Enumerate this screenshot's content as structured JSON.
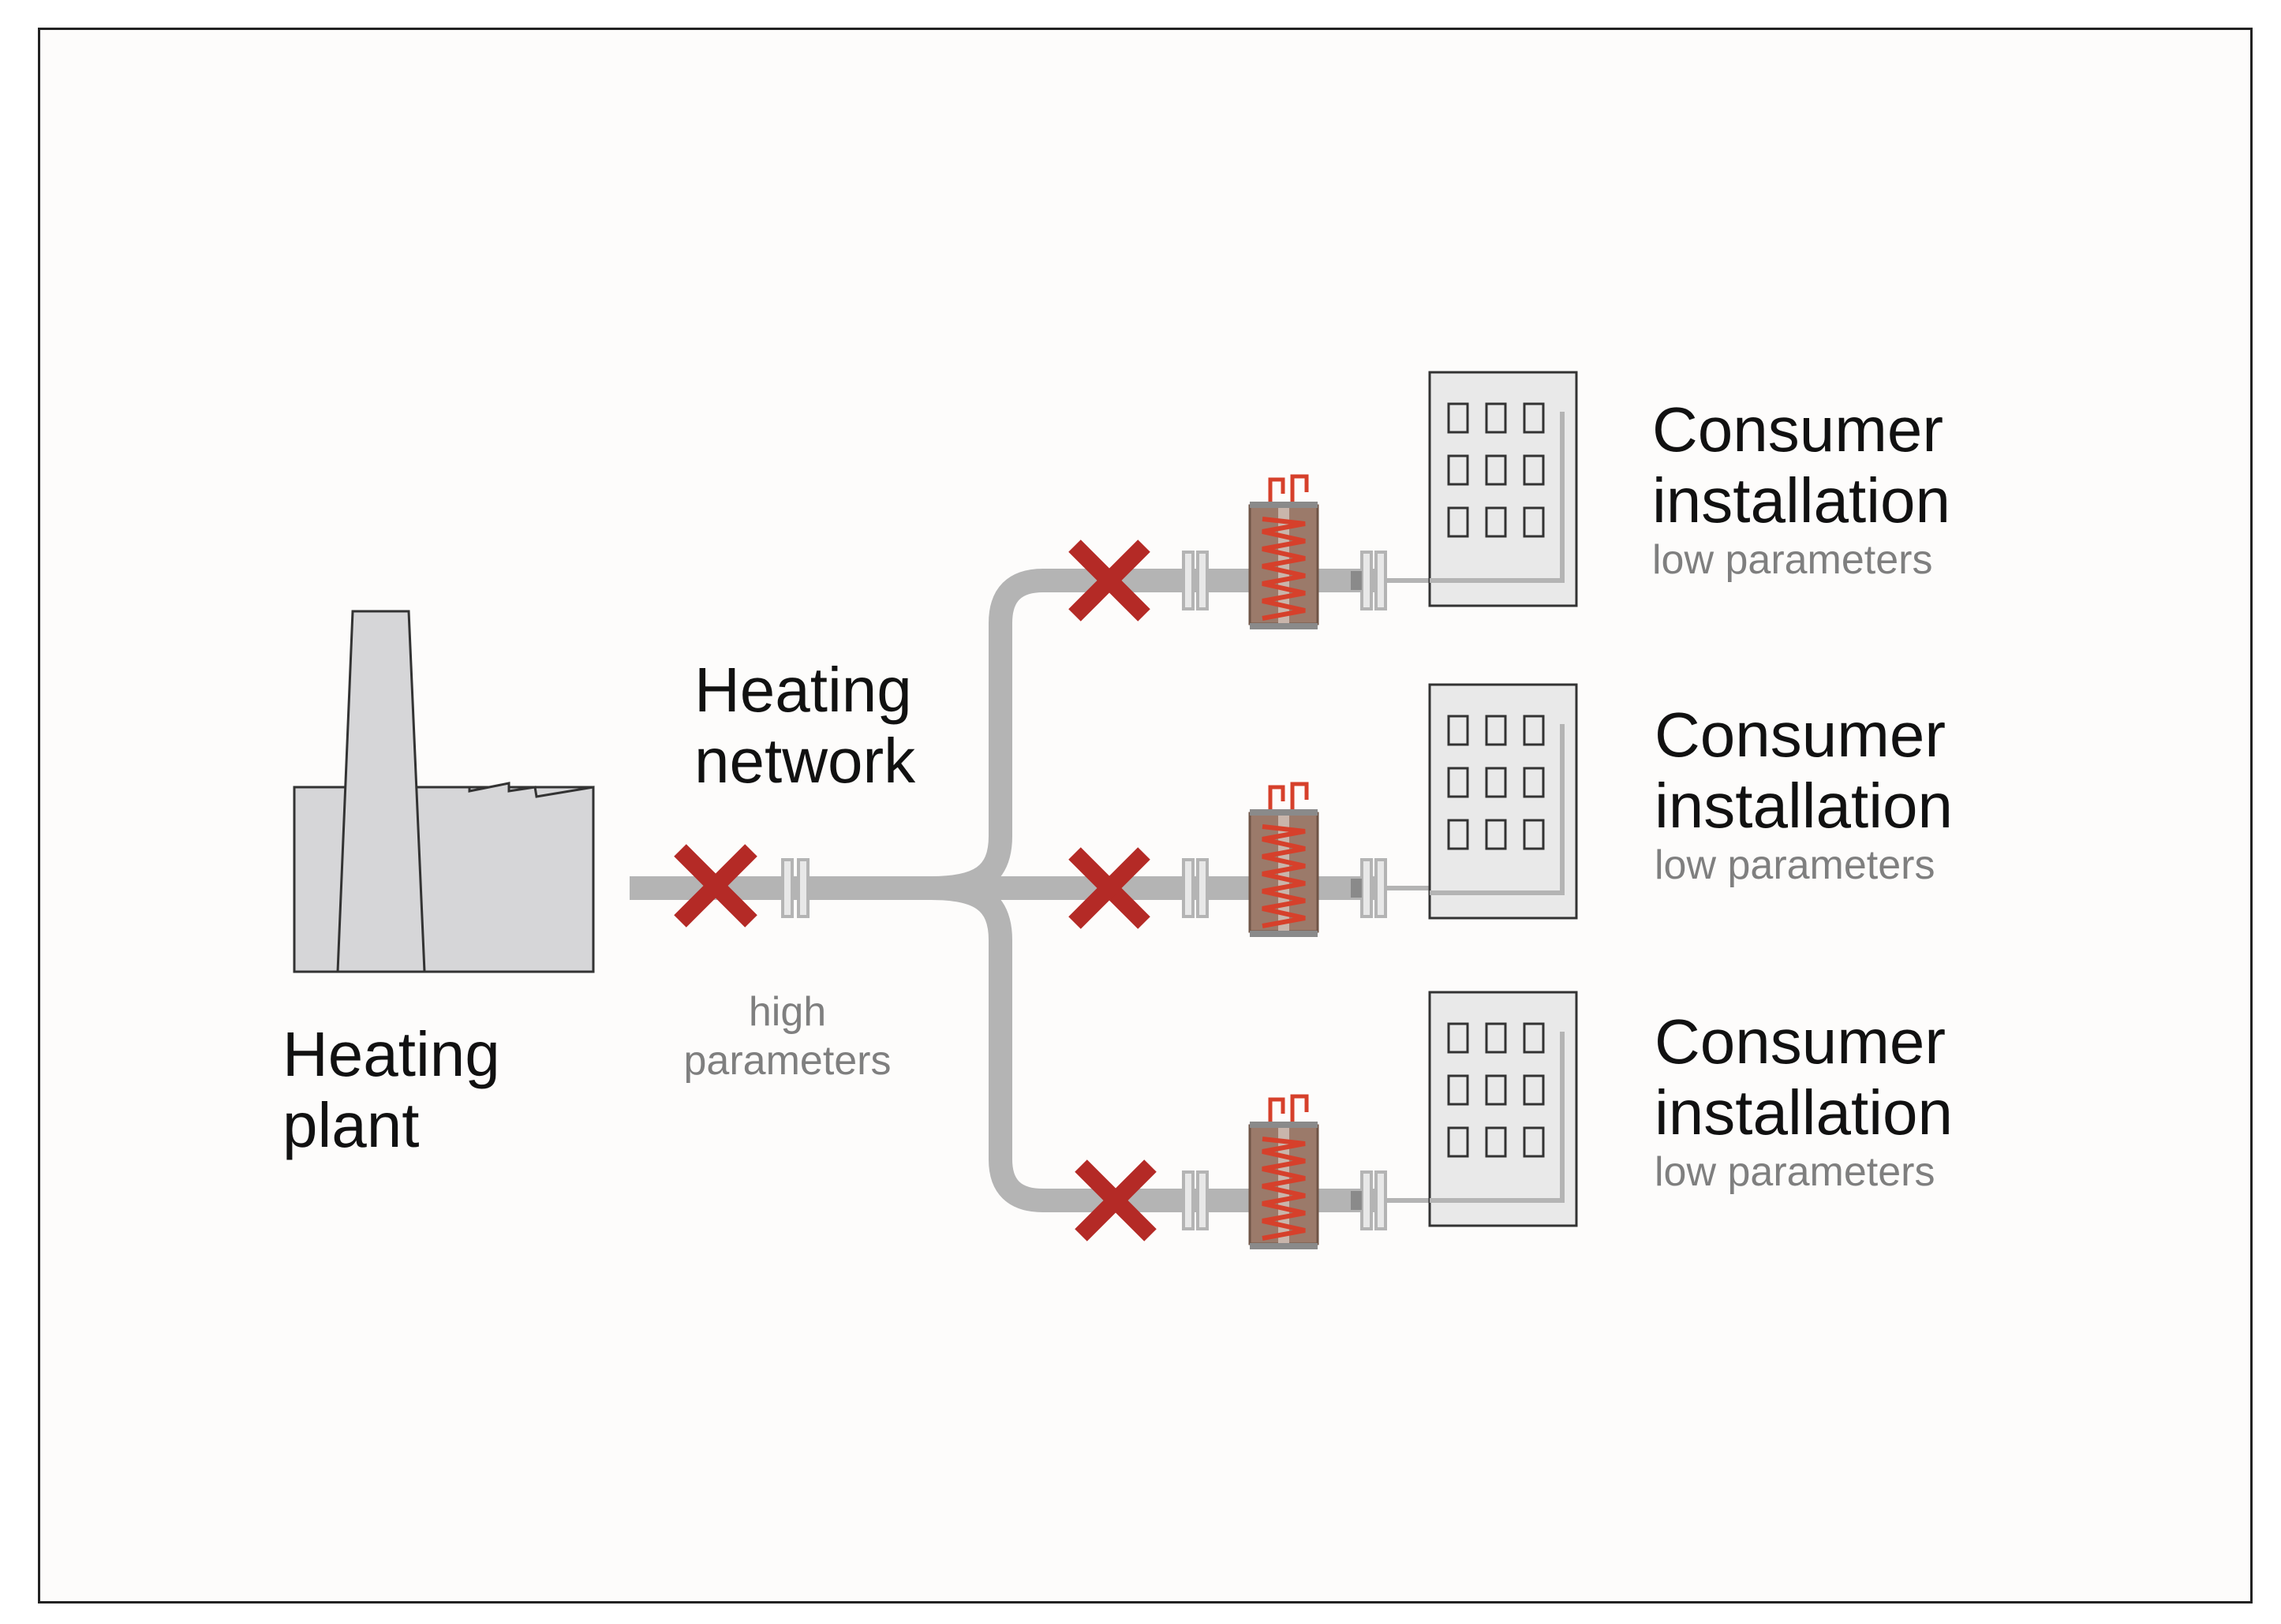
{
  "plant": {
    "label_line1": "Heating",
    "label_line2": "plant"
  },
  "network": {
    "label_line1": "Heating",
    "label_line2": "network",
    "params_line1": "high",
    "params_line2": "parameters"
  },
  "consumers": [
    {
      "label_line1": "Consumer",
      "label_line2": "installation",
      "params": "low parameters"
    },
    {
      "label_line1": "Consumer",
      "label_line2": "installation",
      "params": "low parameters"
    },
    {
      "label_line1": "Consumer",
      "label_line2": "installation",
      "params": "low parameters"
    }
  ],
  "colors": {
    "pipe": "#b4b4b4",
    "valve_mark": "#b42a26",
    "exchanger_body": "#9b7a6a",
    "coil": "#d6402b",
    "building_fill": "#e9e9e9",
    "plant_fill": "#d6d6d8",
    "outline": "#333333",
    "params_text": "#7f7f7f"
  },
  "icons": [
    "factory-icon",
    "cross-mark-icon",
    "heat-exchanger-icon",
    "building-icon",
    "pipe-flange-icon"
  ]
}
